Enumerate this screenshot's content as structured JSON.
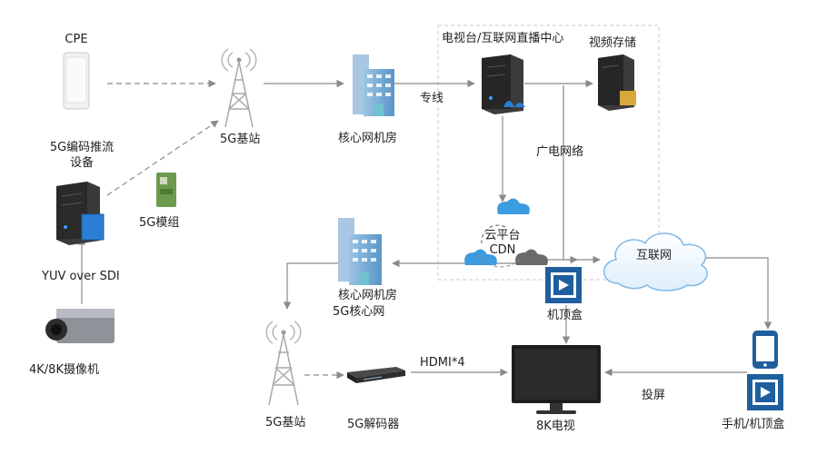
{
  "labels": {
    "cpe": "CPE",
    "encoder_line1": "5G编码推流",
    "encoder_line2": "设备",
    "module": "5G模组",
    "yuv": "YUV over SDI",
    "camera": "4K/8K摄像机",
    "bs_top": "5G基站",
    "core_top": "核心网机房",
    "dedicated_line": "专线",
    "broadcast_center": "电视台/互联网直播中心",
    "video_storage": "视频存储",
    "broadcast_network": "广电网络",
    "cloud_line1": "云平台",
    "cloud_line2": "CDN",
    "internet": "互联网",
    "core_bottom_line1": "核心网机房",
    "core_bottom_line2": "5G核心网",
    "stb": "机顶盒",
    "bs_bottom": "5G基站",
    "decoder": "5G解码器",
    "hdmi": "HDMI*4",
    "tv": "8K电视",
    "cast": "投屏",
    "phone_stb": "手机/机顶盒"
  },
  "icons": {
    "cpe": "cpe-router-icon",
    "encoder": "encoder-server-icon",
    "module": "5g-module-icon",
    "camera": "camera-icon",
    "tower": "cell-tower-icon",
    "building": "building-icon",
    "server": "server-icon",
    "storage": "storage-server-icon",
    "cloud": "cloud-icon",
    "stb": "set-top-box-icon",
    "decoder": "decoder-icon",
    "tv": "tv-monitor-icon",
    "phone": "phone-icon"
  },
  "colors": {
    "line": "#9a9a9a",
    "dark": "#2b2b2b",
    "accent_blue": "#2a7fd4",
    "cloud_blue": "#3d9be0",
    "stb_blue": "#1f5f9e",
    "tower_gray": "#b5b5b5"
  }
}
